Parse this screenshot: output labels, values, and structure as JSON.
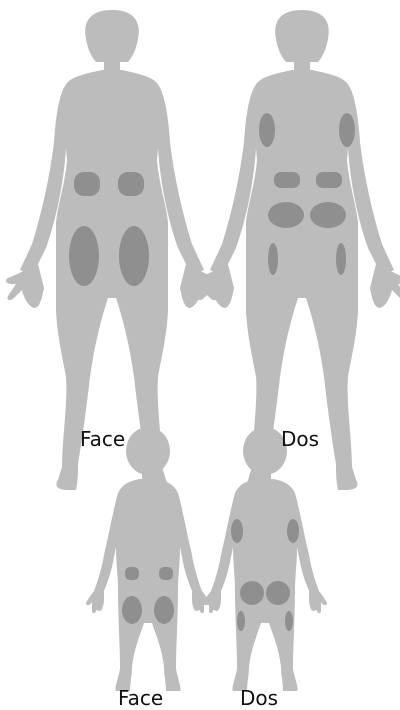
{
  "colors": {
    "body": "#bcbcbc",
    "zone": "#8f8f8f",
    "label": "#111111"
  },
  "figures": [
    {
      "group": "adult",
      "view": "front",
      "label": "Face",
      "zones": [
        "abdomen-left",
        "abdomen-right",
        "thigh-left",
        "thigh-right"
      ]
    },
    {
      "group": "adult",
      "view": "back",
      "label": "Dos",
      "zones": [
        "upper-arm-left",
        "upper-arm-right",
        "flank-left",
        "flank-right",
        "buttock-left",
        "buttock-right",
        "outer-thigh-left",
        "outer-thigh-right"
      ]
    },
    {
      "group": "child",
      "view": "front",
      "label": "Face",
      "zones": [
        "abdomen-left",
        "abdomen-right",
        "thigh-left",
        "thigh-right"
      ]
    },
    {
      "group": "child",
      "view": "back",
      "label": "Dos",
      "zones": [
        "upper-arm-left",
        "upper-arm-right",
        "buttock-left",
        "buttock-right",
        "outer-thigh-left",
        "outer-thigh-right"
      ]
    }
  ]
}
